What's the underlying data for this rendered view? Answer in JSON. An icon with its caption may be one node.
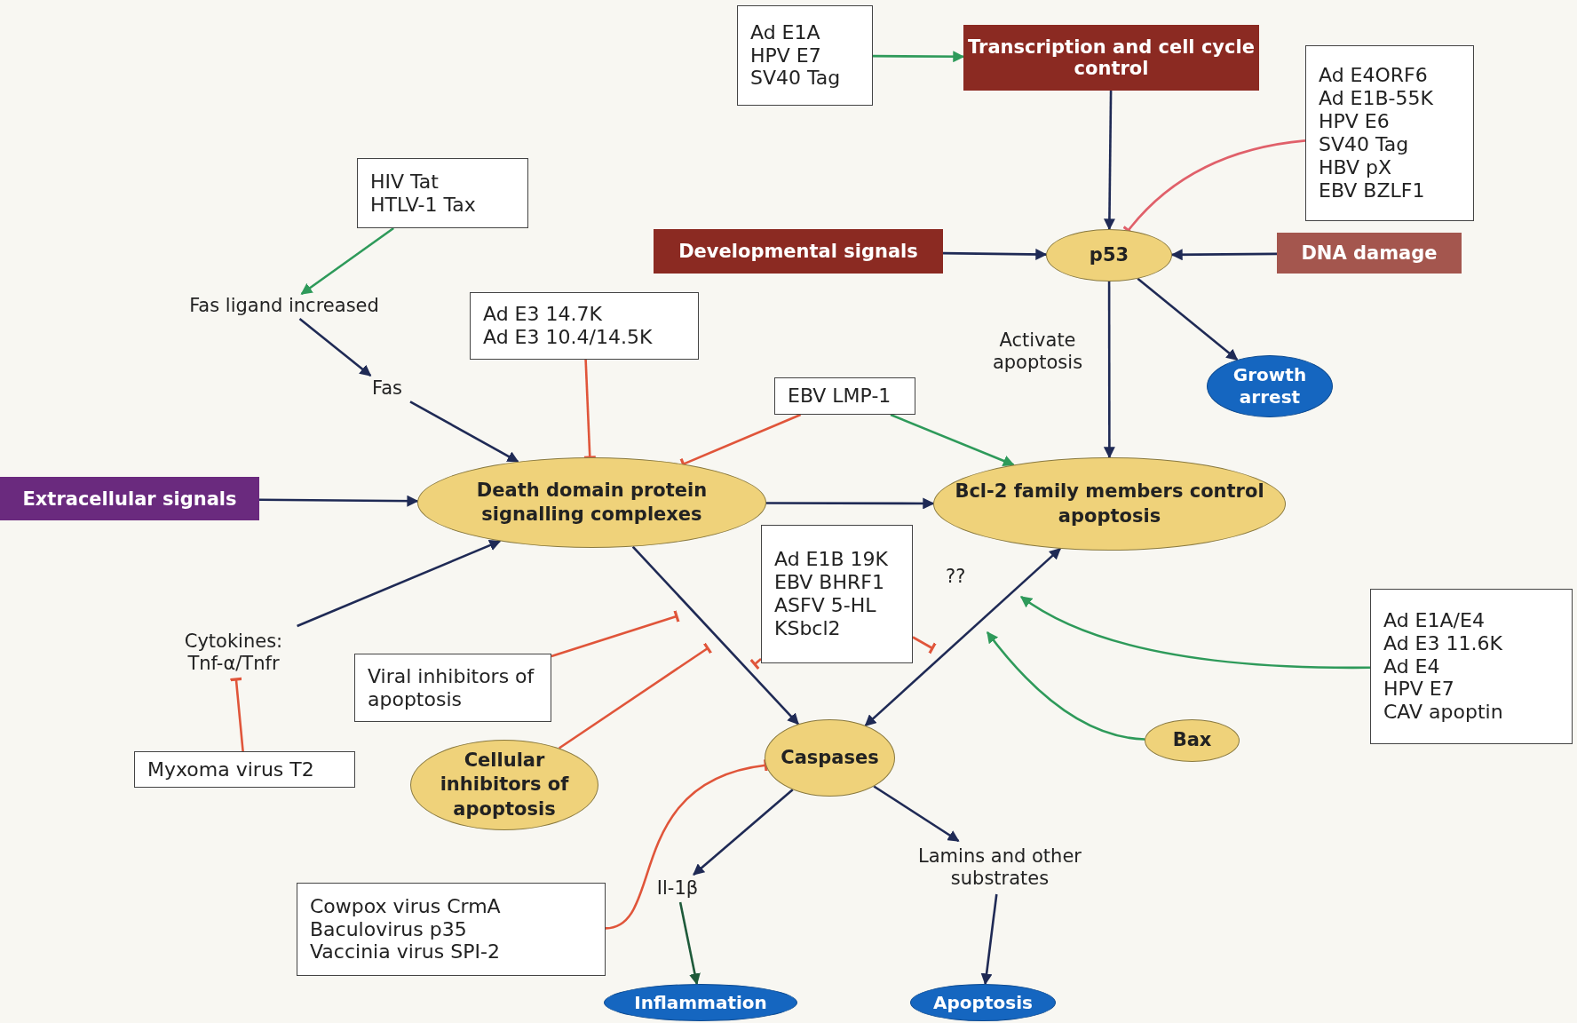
{
  "diagram": {
    "nodes": [
      {
        "text": [
          "Ad E1A",
          "HPV E7",
          "SV40 Tag"
        ]
      },
      {
        "text": [
          "Transcription and cell cycle control"
        ]
      },
      {
        "text": [
          "Ad E4ORF6",
          "Ad E1B-55K",
          "HPV E6",
          "SV40 Tag",
          "HBV pX",
          "EBV BZLF1"
        ]
      },
      {
        "text": [
          "HIV Tat",
          "HTLV-1 Tax"
        ]
      },
      {
        "text": [
          "Developmental signals"
        ]
      },
      {
        "text": [
          "p53"
        ]
      },
      {
        "text": [
          "DNA damage"
        ]
      },
      {
        "text": [
          "Fas ligand increased"
        ]
      },
      {
        "text": [
          "Ad E3 14.7K",
          "Ad E3 10.4/14.5K"
        ]
      },
      {
        "text": [
          "Growth arrest"
        ]
      },
      {
        "text": [
          "Fas"
        ]
      },
      {
        "text": [
          "EBV LMP-1"
        ]
      },
      {
        "text": [
          "Extracellular signals"
        ]
      },
      {
        "text": [
          "Death domain protein signalling complexes"
        ]
      },
      {
        "text": [
          "Bcl-2 family members control apoptosis"
        ]
      },
      {
        "text": [
          "Ad E1B 19K",
          "EBV BHRF1",
          "ASFV 5-HL",
          "KSbcl2"
        ]
      },
      {
        "text": [
          "Cytokines: Tnf-α/Tnfr"
        ]
      },
      {
        "text": [
          "Viral inhibitors of apoptosis"
        ]
      },
      {
        "text": [
          "Ad E1A/E4",
          "Ad E3 11.6K",
          "Ad E4",
          "HPV E7",
          "CAV apoptin"
        ]
      },
      {
        "text": [
          "Myxoma virus T2"
        ]
      },
      {
        "text": [
          "Cellular inhibitors of apoptosis"
        ]
      },
      {
        "text": [
          "Caspases"
        ]
      },
      {
        "text": [
          "Bax"
        ]
      },
      {
        "text": [
          "Il-1β"
        ]
      },
      {
        "text": [
          "Lamins and other substrates"
        ]
      },
      {
        "text": [
          "Cowpox virus CrmA",
          "Baculovirus p35",
          "Vaccinia virus SPI-2"
        ]
      },
      {
        "text": [
          "Inflammation"
        ]
      },
      {
        "text": [
          "Apoptosis"
        ]
      }
    ],
    "edges": [
      {
        "from": 0,
        "to": 1,
        "arrow": "to",
        "color": "#2e9a5a"
      },
      {
        "from": 1,
        "to": 5,
        "arrow": "to"
      },
      {
        "from": 2,
        "to": 5,
        "arrow": "other",
        "color": "#e0606a"
      },
      {
        "from": 4,
        "to": 5,
        "arrow": "to"
      },
      {
        "from": 6,
        "to": 5,
        "arrow": "to"
      },
      {
        "from": 5,
        "to": 9,
        "arrow": "to"
      },
      {
        "from": 5,
        "to": 14,
        "arrow": "to",
        "label": "Activate apoptosis"
      },
      {
        "from": 3,
        "to": 7,
        "arrow": "to",
        "color": "#2e9a5a"
      },
      {
        "from": 7,
        "to": 10,
        "arrow": "to"
      },
      {
        "from": 10,
        "to": 13,
        "arrow": "to"
      },
      {
        "from": 8,
        "to": 13,
        "arrow": "other",
        "color": "#e0553a"
      },
      {
        "from": 11,
        "to": 13,
        "arrow": "other",
        "color": "#e0553a"
      },
      {
        "from": 11,
        "to": 14,
        "arrow": "to",
        "color": "#2e9a5a"
      },
      {
        "from": 12,
        "to": 13,
        "arrow": "to"
      },
      {
        "from": 13,
        "to": 14,
        "arrow": "to"
      },
      {
        "from": 16,
        "to": 13,
        "arrow": "to"
      },
      {
        "from": 19,
        "to": 16,
        "arrow": "other",
        "color": "#e0553a"
      },
      {
        "from": 13,
        "to": 21,
        "arrow": "to"
      },
      {
        "from": 17,
        "to": null,
        "arrow": "other",
        "color": "#e0553a"
      },
      {
        "from": 20,
        "to": null,
        "arrow": "other",
        "color": "#e0553a"
      },
      {
        "from": 15,
        "to": null,
        "arrow": "other",
        "color": "#e0553a"
      },
      {
        "from": 15,
        "to": null,
        "arrow": "other",
        "color": "#e0553a"
      },
      {
        "from": 21,
        "to": 14,
        "arrow": "both",
        "label": "??"
      },
      {
        "from": 18,
        "to": null,
        "arrow": "to",
        "color": "#2e9a5a"
      },
      {
        "from": 22,
        "to": null,
        "arrow": "to",
        "color": "#2e9a5a"
      },
      {
        "from": 21,
        "to": 23,
        "arrow": "to"
      },
      {
        "from": 25,
        "to": 21,
        "arrow": "other",
        "color": "#e0553a"
      },
      {
        "from": 23,
        "to": 26,
        "arrow": "to",
        "color": "#1e5a3a"
      },
      {
        "from": 21,
        "to": 24,
        "arrow": "to"
      },
      {
        "from": 24,
        "to": 27,
        "arrow": "to"
      }
    ]
  }
}
